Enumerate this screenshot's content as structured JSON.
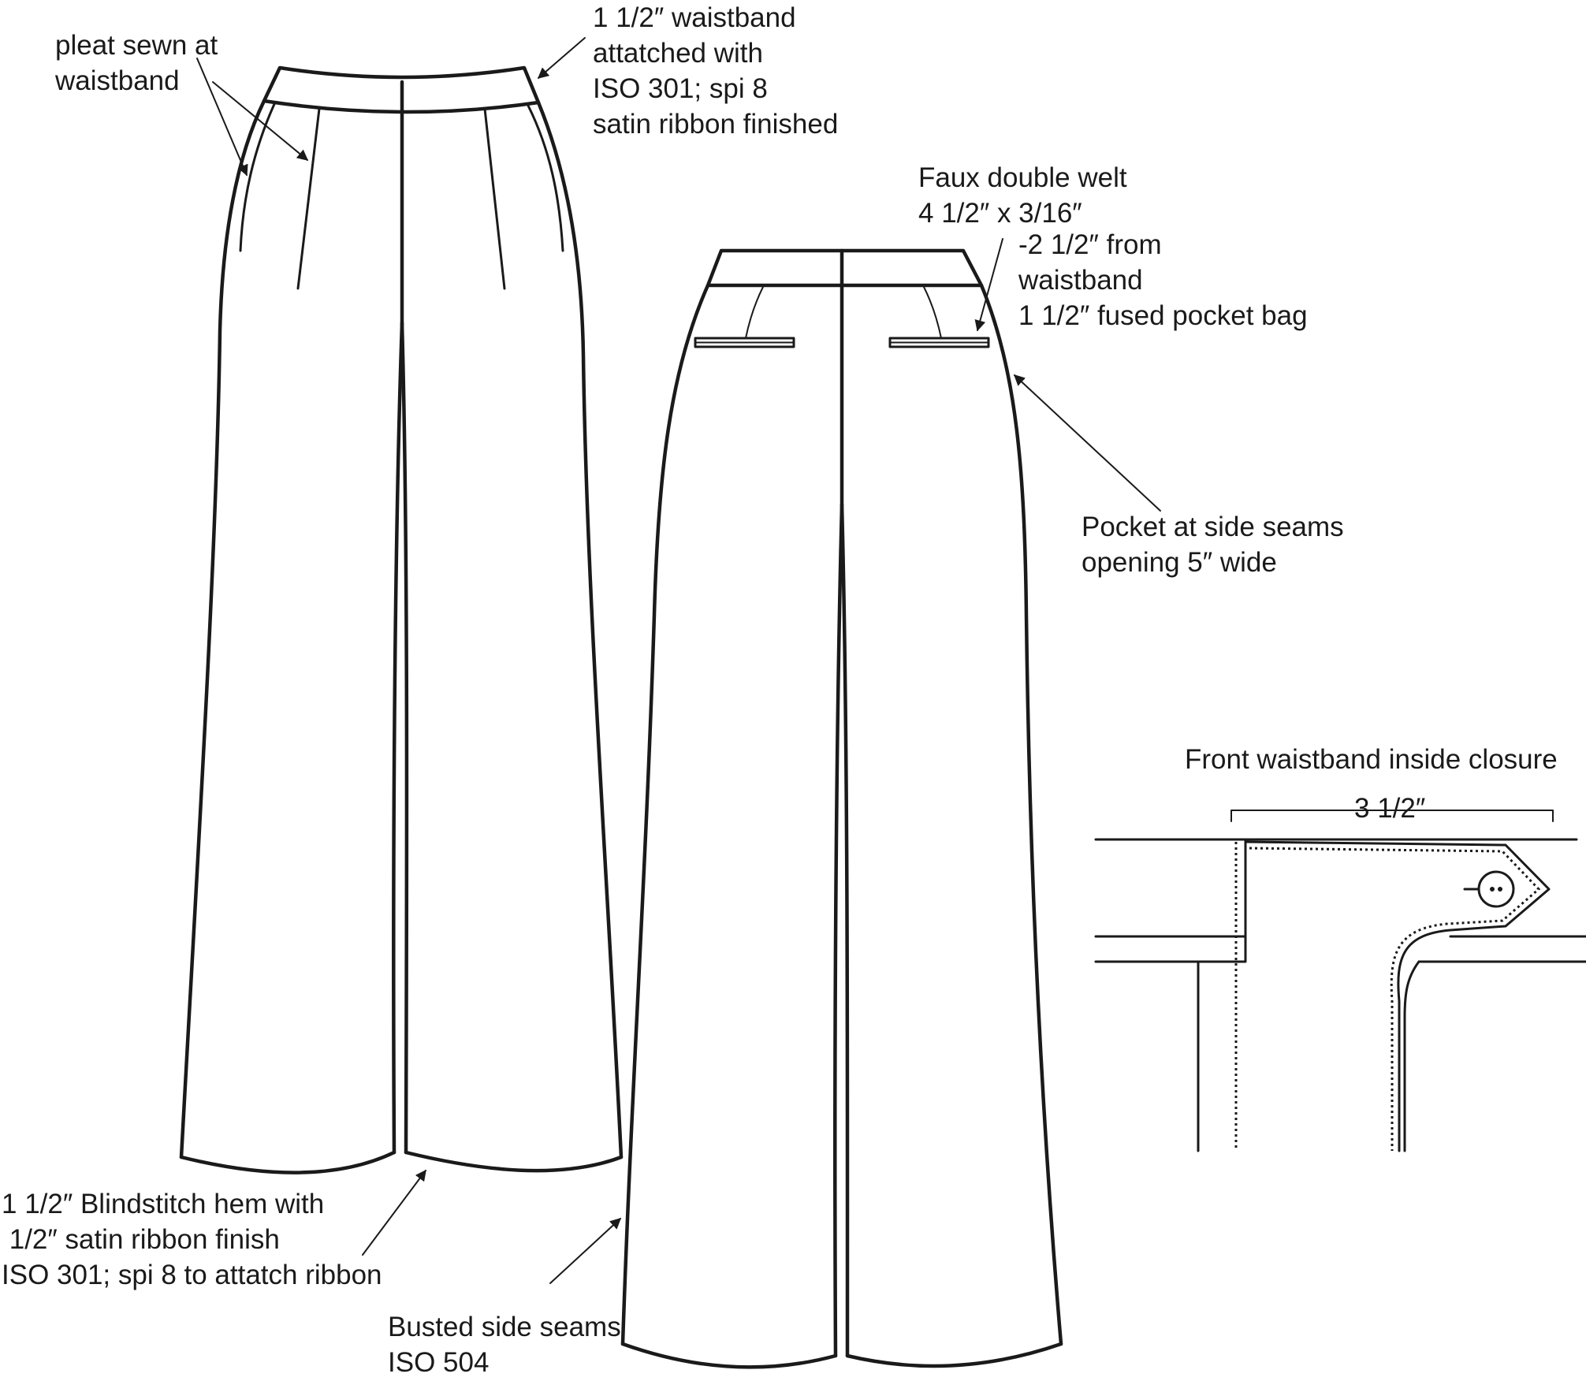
{
  "views": {
    "front": {
      "label": ""
    },
    "back": {
      "label": ""
    },
    "closure_detail": {
      "title": "Front waistband inside closure",
      "dimension": "3 1/2″"
    }
  },
  "callouts": {
    "pleat": "pleat sewn at\nwaistband",
    "waistband": "1 1/2″ waistband\nattatched with\nISO 301; spi 8\nsatin ribbon finished",
    "welt": "Faux double welt\n4 1/2″ x 3/16″",
    "welt_detail": "-2 1/2″ from\nwaistband\n1 1/2″ fused pocket bag",
    "side_pocket": "Pocket at side seams\nopening 5″ wide",
    "hem": "1 1/2″ Blindstitch hem with\n 1/2″ satin ribbon finish\nISO 301; spi 8 to attatch ribbon",
    "side_seams": "Busted side seams\nISO 504"
  },
  "colors": {
    "ink": "#1a1a1a",
    "paper": "#ffffff"
  }
}
